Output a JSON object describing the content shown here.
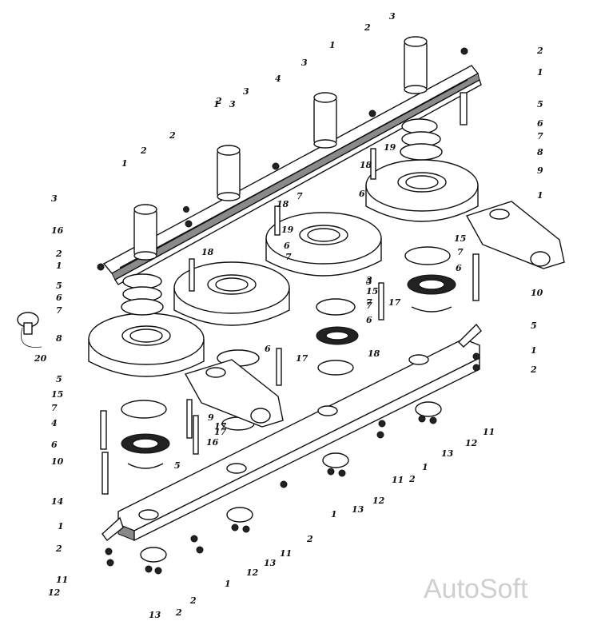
{
  "callouts": [
    {
      "id": "c1",
      "text": "3"
    },
    {
      "id": "c2",
      "text": "2"
    },
    {
      "id": "c3",
      "text": "2"
    },
    {
      "id": "c4",
      "text": "1"
    },
    {
      "id": "c5",
      "text": "1"
    },
    {
      "id": "c6",
      "text": "3"
    },
    {
      "id": "c7",
      "text": "4"
    },
    {
      "id": "c8",
      "text": "5"
    },
    {
      "id": "c9",
      "text": "6"
    },
    {
      "id": "c10",
      "text": "7"
    },
    {
      "id": "c11",
      "text": "8"
    },
    {
      "id": "c12",
      "text": "9"
    },
    {
      "id": "c13",
      "text": "3"
    },
    {
      "id": "c14",
      "text": "2"
    },
    {
      "id": "c15",
      "text": "1"
    },
    {
      "id": "c16",
      "text": "1"
    },
    {
      "id": "c17",
      "text": "3"
    },
    {
      "id": "c18",
      "text": "2"
    },
    {
      "id": "c19",
      "text": "1"
    },
    {
      "id": "c20",
      "text": "2"
    },
    {
      "id": "c21",
      "text": "19"
    },
    {
      "id": "c22",
      "text": "18"
    },
    {
      "id": "c23",
      "text": "6"
    },
    {
      "id": "c24",
      "text": "7"
    },
    {
      "id": "c25",
      "text": "3"
    },
    {
      "id": "c26",
      "text": "16"
    },
    {
      "id": "c27",
      "text": "18"
    },
    {
      "id": "c28",
      "text": "19"
    },
    {
      "id": "c29",
      "text": "18"
    },
    {
      "id": "c30",
      "text": "6"
    },
    {
      "id": "c31",
      "text": "7"
    },
    {
      "id": "c32",
      "text": "2"
    },
    {
      "id": "c33",
      "text": "1"
    },
    {
      "id": "c34",
      "text": "5"
    },
    {
      "id": "c35",
      "text": "6"
    },
    {
      "id": "c36",
      "text": "7"
    },
    {
      "id": "c37",
      "text": "15"
    },
    {
      "id": "c38",
      "text": "7"
    },
    {
      "id": "c39",
      "text": "6"
    },
    {
      "id": "c40",
      "text": "10"
    },
    {
      "id": "c41",
      "text": "8"
    },
    {
      "id": "c42",
      "text": "20"
    },
    {
      "id": "c43",
      "text": "5"
    },
    {
      "id": "c44",
      "text": "3"
    },
    {
      "id": "c45",
      "text": "15"
    },
    {
      "id": "c46",
      "text": "7"
    },
    {
      "id": "c47",
      "text": "17"
    },
    {
      "id": "c48",
      "text": "7"
    },
    {
      "id": "c49",
      "text": "6"
    },
    {
      "id": "c50",
      "text": "17"
    },
    {
      "id": "c51",
      "text": "6"
    },
    {
      "id": "c52",
      "text": "5"
    },
    {
      "id": "c53",
      "text": "18"
    },
    {
      "id": "c54",
      "text": "1"
    },
    {
      "id": "c55",
      "text": "2"
    },
    {
      "id": "c56",
      "text": "5"
    },
    {
      "id": "c57",
      "text": "15"
    },
    {
      "id": "c58",
      "text": "7"
    },
    {
      "id": "c59",
      "text": "4"
    },
    {
      "id": "c60",
      "text": "6"
    },
    {
      "id": "c61",
      "text": "10"
    },
    {
      "id": "c62",
      "text": "9"
    },
    {
      "id": "c63",
      "text": "17"
    },
    {
      "id": "c64",
      "text": "17"
    },
    {
      "id": "c65",
      "text": "16"
    },
    {
      "id": "c66",
      "text": "5"
    },
    {
      "id": "c67",
      "text": "11"
    },
    {
      "id": "c68",
      "text": "12"
    },
    {
      "id": "c69",
      "text": "13"
    },
    {
      "id": "c70",
      "text": "2"
    },
    {
      "id": "c71",
      "text": "1"
    },
    {
      "id": "c72",
      "text": "11"
    },
    {
      "id": "c73",
      "text": "12"
    },
    {
      "id": "c74",
      "text": "13"
    },
    {
      "id": "c75",
      "text": "1"
    },
    {
      "id": "c76",
      "text": "2"
    },
    {
      "id": "c77",
      "text": "11"
    },
    {
      "id": "c78",
      "text": "12"
    },
    {
      "id": "c79",
      "text": "13"
    },
    {
      "id": "c80",
      "text": "14"
    },
    {
      "id": "c81",
      "text": "1"
    },
    {
      "id": "c82",
      "text": "2"
    },
    {
      "id": "c83",
      "text": "11"
    },
    {
      "id": "c84",
      "text": "12"
    },
    {
      "id": "c85",
      "text": "13"
    },
    {
      "id": "c86",
      "text": "2"
    },
    {
      "id": "c87",
      "text": "2"
    },
    {
      "id": "c88",
      "text": "1"
    }
  ],
  "watermark": "AutoSoft"
}
